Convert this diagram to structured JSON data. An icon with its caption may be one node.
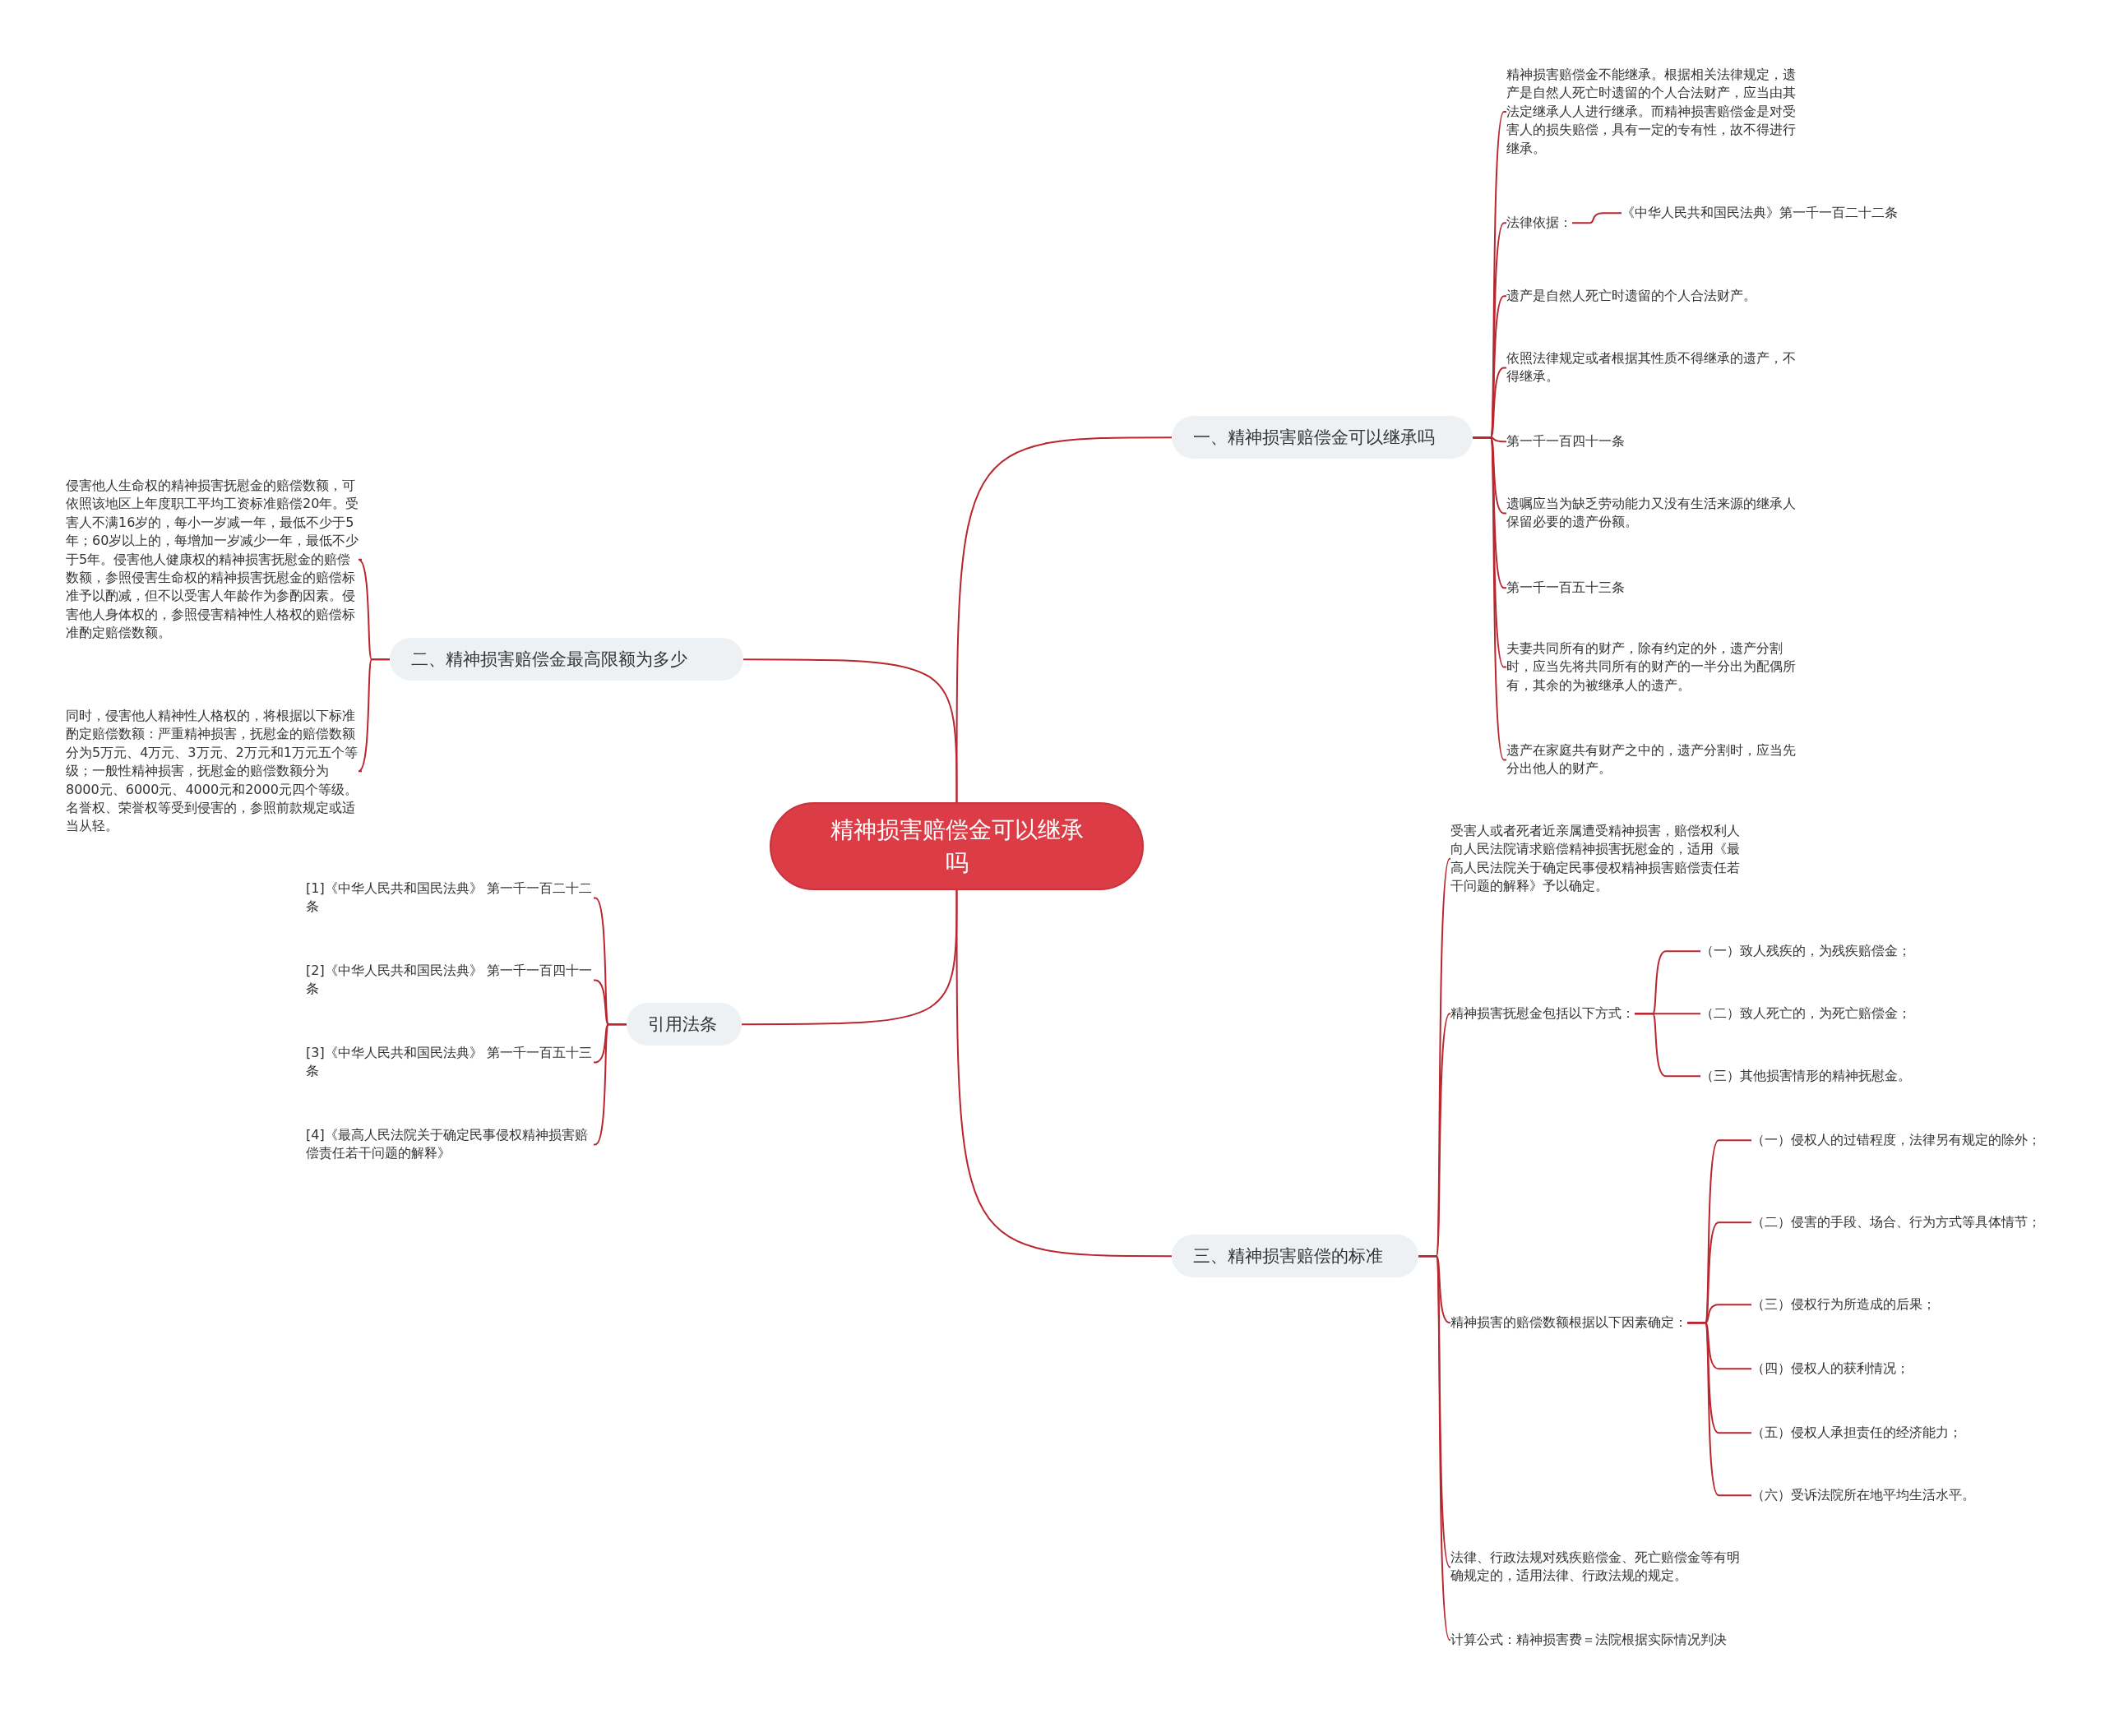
{
  "diagram": {
    "nodes": [
      {
        "text": [
          "精神损害赔偿金可以继承吗"
        ]
      },
      {
        "text": [
          "一、精神损害赔偿金可以继承吗"
        ]
      },
      {
        "text": [
          "精神损害赔偿金不能继承。根据相关法律规定，遗产是自然人死亡时遗留的个人合法财产，应当由其法定继承人人进行继承。而精神损害赔偿金是对受害人的损失赔偿，具有一定的专有性，故不得进行继承。"
        ]
      },
      {
        "text": [
          "法律依据："
        ]
      },
      {
        "text": [
          "《中华人民共和国民法典》第一千一百二十二条"
        ]
      },
      {
        "text": [
          "遗产是自然人死亡时遗留的个人合法财产。"
        ]
      },
      {
        "text": [
          "依照法律规定或者根据其性质不得继承的遗产，不得继承。"
        ]
      },
      {
        "text": [
          "第一千一百四十一条"
        ]
      },
      {
        "text": [
          "遗嘱应当为缺乏劳动能力又没有生活来源的继承人保留必要的遗产份额。"
        ]
      },
      {
        "text": [
          "第一千一百五十三条"
        ]
      },
      {
        "text": [
          "夫妻共同所有的财产，除有约定的外，遗产分割时，应当先将共同所有的财产的一半分出为配偶所有，其余的为被继承人的遗产。"
        ]
      },
      {
        "text": [
          "遗产在家庭共有财产之中的，遗产分割时，应当先分出他人的财产。"
        ]
      },
      {
        "text": [
          "二、精神损害赔偿金最高限额为多少"
        ]
      },
      {
        "text": [
          "侵害他人生命权的精神损害抚慰金的赔偿数额，可依照该地区上年度职工平均工资标准赔偿20年。受害人不满16岁的，每小一岁减一年，最低不少于5年；60岁以上的，每增加一岁减少一年，最低不少于5年。侵害他人健康权的精神损害抚慰金的赔偿数额，参照侵害生命权的精神损害抚慰金的赔偿标准予以酌减，但不以受害人年龄作为参酌因素。侵害他人身体权的，参照侵害精神性人格权的赔偿标准酌定赔偿数额。"
        ]
      },
      {
        "text": [
          "同时，侵害他人精神性人格权的，将根据以下标准酌定赔偿数额：严重精神损害，抚慰金的赔偿数额分为5万元、4万元、3万元、2万元和1万元五个等级；一般性精神损害，抚慰金的赔偿数额分为8000元、6000元、4000元和2000元四个等级。名誉权、荣誉权等受到侵害的，参照前款规定或适当从轻。"
        ]
      },
      {
        "text": [
          "引用法条"
        ]
      },
      {
        "text": [
          "[1]《中华人民共和国民法典》 第一千一百二十二条"
        ]
      },
      {
        "text": [
          "[2]《中华人民共和国民法典》 第一千一百四十一条"
        ]
      },
      {
        "text": [
          "[3]《中华人民共和国民法典》 第一千一百五十三条"
        ]
      },
      {
        "text": [
          "[4]《最高人民法院关于确定民事侵权精神损害赔偿责任若干问题的解释》"
        ]
      },
      {
        "text": [
          "三、精神损害赔偿的标准"
        ]
      },
      {
        "text": [
          "受害人或者死者近亲属遭受精神损害，赔偿权利人向人民法院请求赔偿精神损害抚慰金的，适用《最高人民法院关于确定民事侵权精神损害赔偿责任若干问题的解释》予以确定。"
        ]
      },
      {
        "text": [
          "精神损害抚慰金包括以下方式："
        ]
      },
      {
        "text": [
          "（一）致人残疾的，为残疾赔偿金；"
        ]
      },
      {
        "text": [
          "（二）致人死亡的，为死亡赔偿金；"
        ]
      },
      {
        "text": [
          "（三）其他损害情形的精神抚慰金。"
        ]
      },
      {
        "text": [
          "精神损害的赔偿数额根据以下因素确定："
        ]
      },
      {
        "text": [
          "（一）侵权人的过错程度，法律另有规定的除外；"
        ]
      },
      {
        "text": [
          "（二）侵害的手段、场合、行为方式等具体情节；"
        ]
      },
      {
        "text": [
          "（三）侵权行为所造成的后果；"
        ]
      },
      {
        "text": [
          "（四）侵权人的获利情况；"
        ]
      },
      {
        "text": [
          "（五）侵权人承担责任的经济能力；"
        ]
      },
      {
        "text": [
          "（六）受诉法院所在地平均生活水平。"
        ]
      },
      {
        "text": [
          "法律、行政法规对残疾赔偿金、死亡赔偿金等有明确规定的，适用法律、行政法规的规定。"
        ]
      },
      {
        "text": [
          "计算公式：精神损害费＝法院根据实际情况判决"
        ]
      }
    ],
    "edges": [
      {
        "from": 0,
        "to": 1,
        "arrow": "none"
      },
      {
        "from": 1,
        "to": 2,
        "arrow": "none"
      },
      {
        "from": 1,
        "to": 3,
        "arrow": "none"
      },
      {
        "from": 3,
        "to": 4,
        "arrow": "none"
      },
      {
        "from": 1,
        "to": 5,
        "arrow": "none"
      },
      {
        "from": 1,
        "to": 6,
        "arrow": "none"
      },
      {
        "from": 1,
        "to": 7,
        "arrow": "none"
      },
      {
        "from": 1,
        "to": 8,
        "arrow": "none"
      },
      {
        "from": 1,
        "to": 9,
        "arrow": "none"
      },
      {
        "from": 1,
        "to": 10,
        "arrow": "none"
      },
      {
        "from": 1,
        "to": 11,
        "arrow": "none"
      },
      {
        "from": 0,
        "to": 12,
        "arrow": "none"
      },
      {
        "from": 12,
        "to": 13,
        "arrow": "none"
      },
      {
        "from": 12,
        "to": 14,
        "arrow": "none"
      },
      {
        "from": 0,
        "to": 15,
        "arrow": "none"
      },
      {
        "from": 15,
        "to": 16,
        "arrow": "none"
      },
      {
        "from": 15,
        "to": 17,
        "arrow": "none"
      },
      {
        "from": 15,
        "to": 18,
        "arrow": "none"
      },
      {
        "from": 15,
        "to": 19,
        "arrow": "none"
      },
      {
        "from": 0,
        "to": 20,
        "arrow": "none"
      },
      {
        "from": 20,
        "to": 21,
        "arrow": "none"
      },
      {
        "from": 20,
        "to": 22,
        "arrow": "none"
      },
      {
        "from": 22,
        "to": 23,
        "arrow": "none"
      },
      {
        "from": 22,
        "to": 24,
        "arrow": "none"
      },
      {
        "from": 22,
        "to": 25,
        "arrow": "none"
      },
      {
        "from": 20,
        "to": 26,
        "arrow": "none"
      },
      {
        "from": 26,
        "to": 27,
        "arrow": "none"
      },
      {
        "from": 26,
        "to": 28,
        "arrow": "none"
      },
      {
        "from": 26,
        "to": 29,
        "arrow": "none"
      },
      {
        "from": 26,
        "to": 30,
        "arrow": "none"
      },
      {
        "from": 26,
        "to": 31,
        "arrow": "none"
      },
      {
        "from": 26,
        "to": 32,
        "arrow": "none"
      },
      {
        "from": 20,
        "to": 33,
        "arrow": "none"
      },
      {
        "from": 20,
        "to": 34,
        "arrow": "none"
      }
    ]
  }
}
